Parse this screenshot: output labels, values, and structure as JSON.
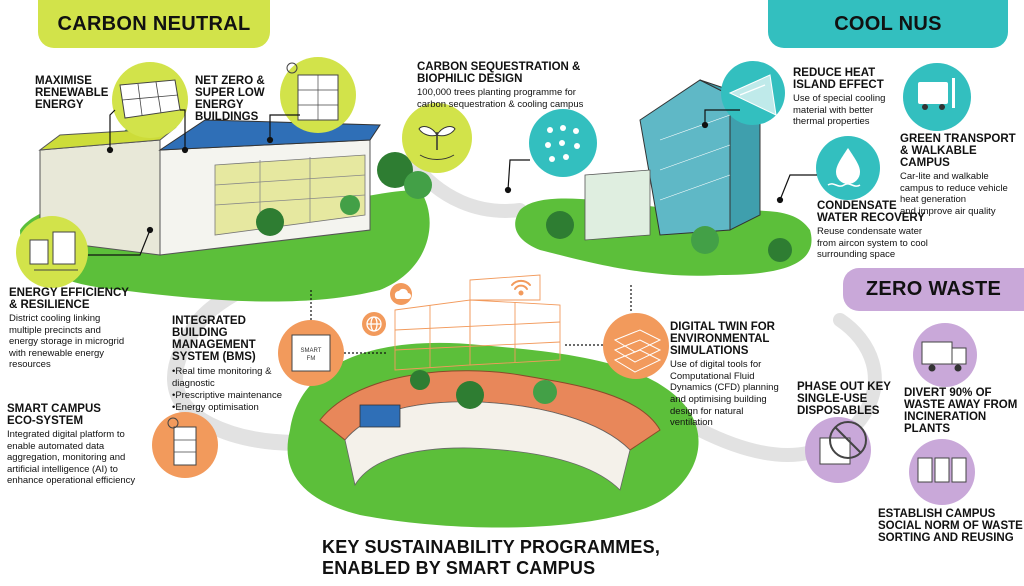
{
  "banners": {
    "carbon_neutral": "CARBON NEUTRAL",
    "cool_nus": "COOL NUS",
    "zero_waste": "ZERO WASTE"
  },
  "items": {
    "maximise_renewable": {
      "heading": "MAXIMISE\nRENEWABLE\nENERGY"
    },
    "net_zero": {
      "heading": "NET ZERO &\nSUPER LOW\nENERGY\nBUILDINGS"
    },
    "carbon_sequestration": {
      "heading": "CARBON SEQUESTRATION &\nBIOPHILIC DESIGN",
      "text": "100,000 trees planting programme for\ncarbon sequestration & cooling campus"
    },
    "reduce_heat": {
      "heading": "REDUCE HEAT\nISLAND EFFECT",
      "text": "Use of special cooling\nmaterial with better\nthermal properties"
    },
    "green_transport": {
      "heading": "GREEN TRANSPORT\n& WALKABLE CAMPUS",
      "text": "Car-lite and walkable\ncampus to reduce vehicle\nheat generation\nand improve air quality"
    },
    "condensate": {
      "heading": "CONDENSATE\nWATER RECOVERY",
      "text": "Reuse condensate water\nfrom aircon system to cool\nsurrounding space"
    },
    "energy_efficiency": {
      "heading": "ENERGY EFFICIENCY\n& RESILIENCE",
      "text": "District cooling linking\nmultiple precincts and\nenergy storage in microgrid\nwith renewable energy\nresources"
    },
    "bms": {
      "heading": "INTEGRATED\nBUILDING\nMANAGEMENT\nSYSTEM (BMS)",
      "bullets": [
        "Real time monitoring &\ndiagnostic",
        "Prescriptive maintenance",
        "Energy optimisation"
      ]
    },
    "digital_twin": {
      "heading": "DIGITAL TWIN FOR\nENVIRONMENTAL\nSIMULATIONS",
      "text": "Use of digital tools for\nComputational Fluid\nDynamics (CFD) planning\nand optimising building\ndesign for natural\nventilation"
    },
    "smart_campus": {
      "heading": "SMART CAMPUS\nECO-SYSTEM",
      "text": "Integrated digital platform to\nenable automated data\naggregation, monitoring and\nartificial intelligence (AI) to\nenhance operational efficiency"
    },
    "phase_out": {
      "heading": "PHASE OUT KEY\nSINGLE-USE\nDISPOSABLES"
    },
    "divert": {
      "heading": "DIVERT 90% OF\nWASTE AWAY FROM\nINCINERATION\nPLANTS"
    },
    "establish": {
      "heading": "ESTABLISH CAMPUS\nSOCIAL NORM OF WASTE\nSORTING AND REUSING"
    }
  },
  "smart_fm_label": "SMART\nFM",
  "bottom_title": "KEY SUSTAINABILITY PROGRAMMES,\nENABLED BY SMART CAMPUS",
  "colors": {
    "carbon_green": "#d2e34a",
    "cool_teal": "#33bfbf",
    "waste_purple": "#c9a8d9",
    "grass": "#5cbf3a",
    "dark_tree": "#2e7d32",
    "orange": "#f29a5c",
    "roof_orange": "#e8875a"
  }
}
